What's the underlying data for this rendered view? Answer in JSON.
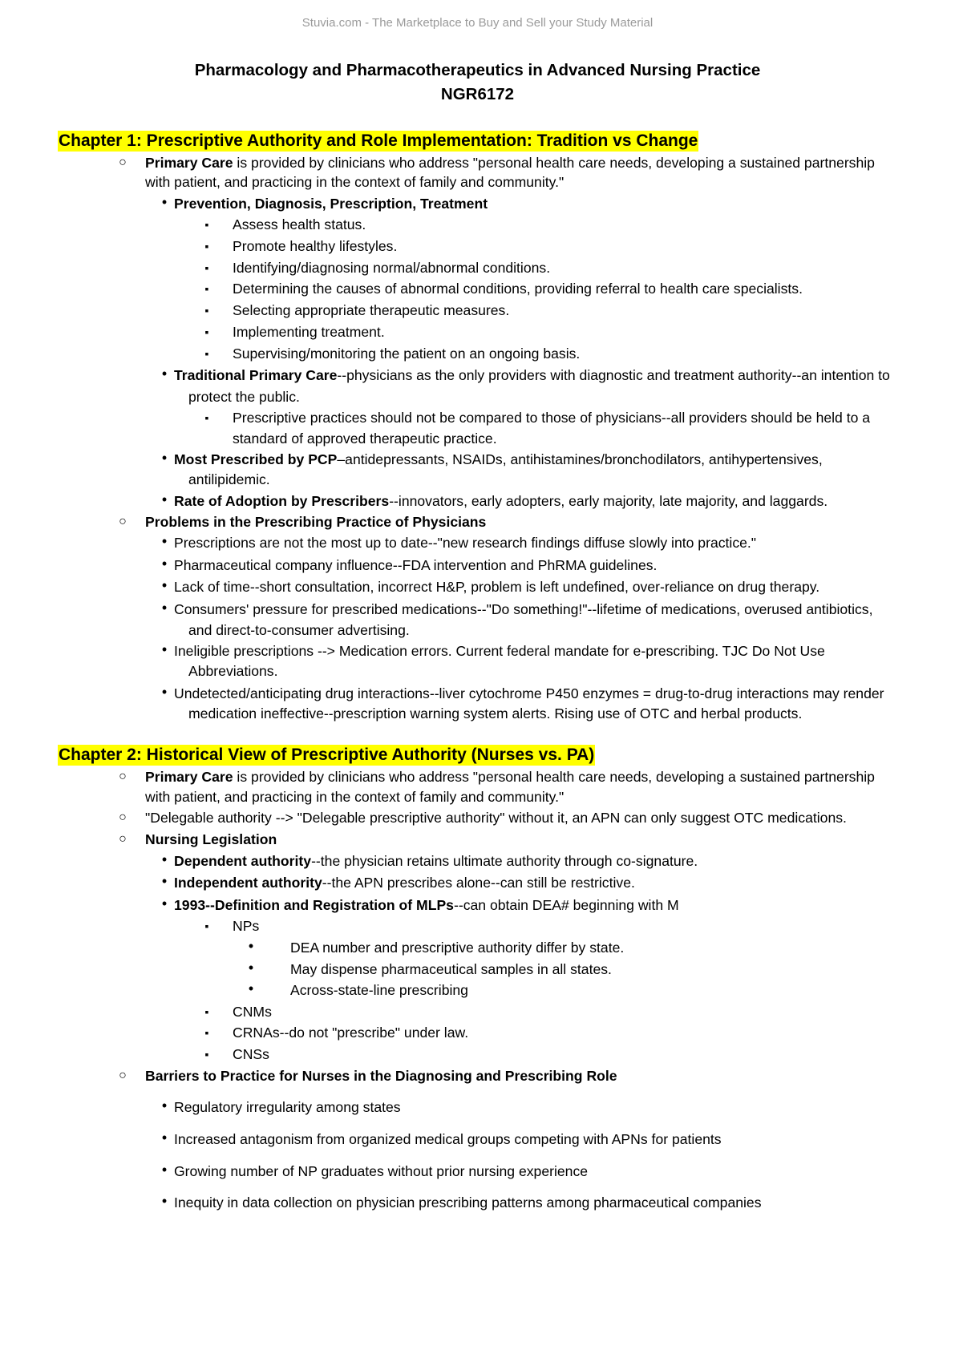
{
  "watermark": "Stuvia.com - The Marketplace to Buy and Sell your Study Material",
  "doc_title": "Pharmacology and Pharmacotherapeutics in Advanced Nursing Practice",
  "doc_code": "NGR6172",
  "markers": {
    "level1": "○",
    "level2": "•",
    "level3": "▪",
    "level4": "•"
  },
  "ch1": {
    "heading": "Chapter 1: Prescriptive Authority and Role Implementation: Tradition vs Change",
    "primary_care_bold": "Primary Care",
    "primary_care_l1": " is provided by clinicians who address \"personal health care needs, developing a sustained partnership",
    "primary_care_l2": "with patient, and practicing in the context of family and community.\"",
    "pdpt": "Prevention, Diagnosis, Prescription, Treatment",
    "pdpt_items": [
      "Assess health status.",
      "Promote healthy lifestyles.",
      "Identifying/diagnosing normal/abnormal conditions.",
      "Determining the causes of abnormal conditions, providing referral to health care specialists.",
      "Selecting appropriate therapeutic measures.",
      "Implementing treatment.",
      "Supervising/monitoring the patient on an ongoing basis."
    ],
    "trad_bold": "Traditional Primary Care",
    "trad_l1": "--physicians as the only providers with diagnostic and treatment authority--an intention to",
    "trad_l2": "protect the public.",
    "trad_sub_l1": "Prescriptive practices should not be compared to those of physicians--all providers should be held to a",
    "trad_sub_l2": "standard of approved therapeutic practice.",
    "most_bold": "Most Prescribed by PCP",
    "most_l1": "–antidepressants, NSAIDs, antihistamines/bronchodilators, antihypertensives,",
    "most_l2": "antilipidemic.",
    "rate_bold": "Rate of Adoption by Prescribers",
    "rate_l1": "--innovators, early adopters, early majority, late majority, and laggards.",
    "problems": "Problems in the Prescribing Practice of Physicians",
    "prob1": " Prescriptions are not the most up to date--\"new research findings diffuse slowly into practice.\"",
    "prob2": "Pharmaceutical company influence--FDA intervention and PhRMA guidelines.",
    "prob3": "Lack of time--short consultation, incorrect H&P, problem is left undefined, over-reliance on drug therapy.",
    "prob4_l1": "Consumers' pressure for prescribed medications--\"Do something!\"--lifetime of medications, overused antibiotics,",
    "prob4_l2": "and direct-to-consumer advertising.",
    "prob5_l1": "Ineligible prescriptions --> Medication errors. Current federal mandate for e-prescribing. TJC Do Not Use",
    "prob5_l2": "Abbreviations.",
    "prob6_l1": "Undetected/anticipating drug interactions--liver cytochrome P450 enzymes = drug-to-drug interactions may render",
    "prob6_l2": "medication ineffective--prescription warning system alerts. Rising use of OTC and herbal products."
  },
  "ch2": {
    "heading": "Chapter 2: Historical View of Prescriptive Authority (Nurses vs. PA)",
    "primary_care_bold": "Primary Care",
    "primary_care_l1": " is provided by clinicians who address \"personal health care needs, developing a sustained partnership",
    "primary_care_l2": "with patient, and practicing in the context of family and community.\"",
    "delegable": "\"Delegable authority --> \"Delegable prescriptive authority\" without it, an APN can only suggest OTC medications.",
    "nursing_leg": "Nursing Legislation",
    "dep_bold": "Dependent authority",
    "dep_rest": "--the physician retains ultimate authority through co-signature.",
    "ind_bold": "Independent authority",
    "ind_rest": "--the APN prescribes alone--can still be restrictive.",
    "mlp_bold": "1993--Definition and Registration of MLPs",
    "mlp_rest": "--can obtain DEA# beginning with M",
    "nps": "NPs",
    "np_items": [
      "DEA number and prescriptive authority differ by state.",
      "May dispense pharmaceutical samples in all states.",
      "Across-state-line prescribing"
    ],
    "cnms": "CNMs",
    "crnas": "CRNAs--do not \"prescribe\" under law.",
    "cnss": "CNSs",
    "barriers": "Barriers to Practice for Nurses in the Diagnosing and Prescribing Role",
    "barrier_items": [
      "Regulatory irregularity among states",
      "Increased antagonism from organized medical groups competing with APNs for patients",
      "Growing number of NP graduates without prior nursing experience",
      "Inequity in data collection on physician prescribing patterns among pharmaceutical companies"
    ]
  }
}
